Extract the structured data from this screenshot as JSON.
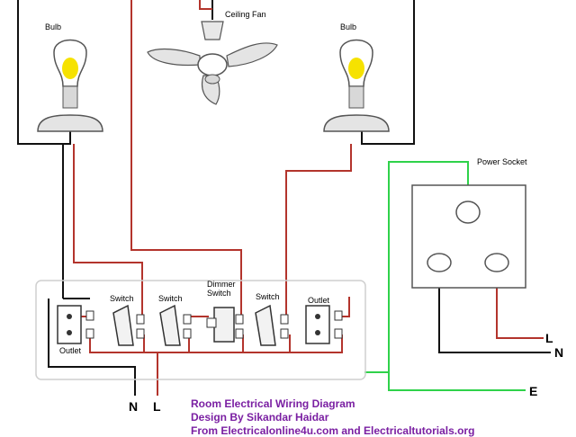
{
  "labels": {
    "bulb_left": "Bulb",
    "bulb_right": "Bulb",
    "ceiling_fan": "Ceiling Fan",
    "power_socket": "Power Socket",
    "switch_1": "Switch",
    "switch_2": "Switch",
    "dimmer_line1": "Dimmer",
    "dimmer_line2": "Switch",
    "switch_3": "Switch",
    "outlet_left": "Outlet",
    "outlet_right": "Outlet",
    "board_n": "N",
    "board_l": "L",
    "socket_l": "L",
    "socket_n": "N",
    "earth": "E"
  },
  "credits": {
    "line1": "Room Electrical Wiring Diagram",
    "line2": "Design By Sikandar Haidar",
    "line3": "From Electricalonline4u.com and Electricaltutorials.org"
  },
  "colors": {
    "neutral_wire": "#111111",
    "phase_wire": "#b3342c",
    "earth_wire": "#2fd24a",
    "credit_text": "#7a1fa2"
  }
}
